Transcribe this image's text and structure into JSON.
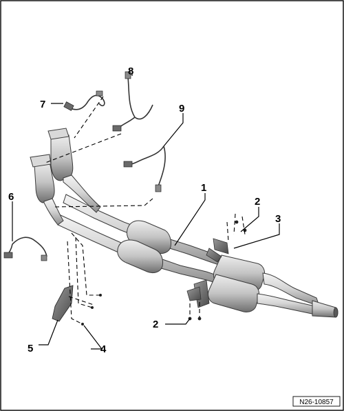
{
  "figure": {
    "reference_code": "N26-10857",
    "callouts": [
      {
        "id": "1",
        "label": "1"
      },
      {
        "id": "2a",
        "label": "2"
      },
      {
        "id": "2b",
        "label": "2"
      },
      {
        "id": "3",
        "label": "3"
      },
      {
        "id": "4",
        "label": "4"
      },
      {
        "id": "5",
        "label": "5"
      },
      {
        "id": "6",
        "label": "6"
      },
      {
        "id": "7",
        "label": "7"
      },
      {
        "id": "8",
        "label": "8"
      },
      {
        "id": "9",
        "label": "9"
      }
    ]
  },
  "colors": {
    "pipe_light": "#e9e9e9",
    "pipe_mid": "#bdbdbd",
    "pipe_dark": "#7c7c7c",
    "line": "#000000"
  }
}
